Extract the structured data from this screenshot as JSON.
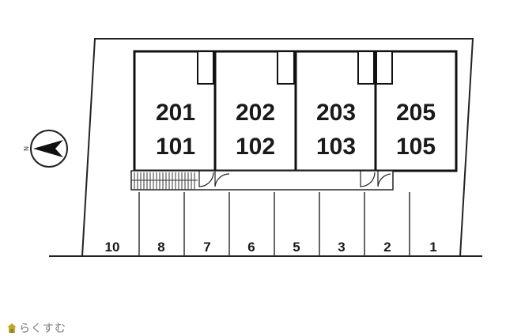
{
  "units": [
    {
      "upper": "201",
      "lower": "101"
    },
    {
      "upper": "202",
      "lower": "102"
    },
    {
      "upper": "203",
      "lower": "103"
    },
    {
      "upper": "205",
      "lower": "105"
    }
  ],
  "parking_spaces": [
    "10",
    "8",
    "7",
    "6",
    "5",
    "3",
    "2",
    "1"
  ],
  "compass": {
    "label": "N"
  },
  "logo": {
    "text": "らくすむ"
  }
}
